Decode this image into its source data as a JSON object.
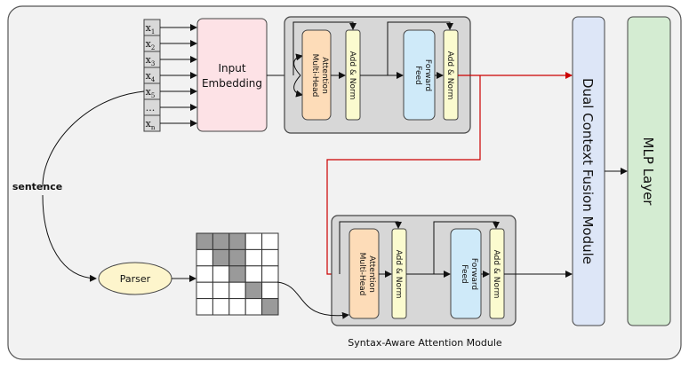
{
  "tokens": [
    {
      "base": "x",
      "sub": "1"
    },
    {
      "base": "x",
      "sub": "2"
    },
    {
      "base": "x",
      "sub": "3"
    },
    {
      "base": "x",
      "sub": "4"
    },
    {
      "base": "x",
      "sub": "5"
    },
    {
      "base": "...",
      "sub": ""
    },
    {
      "base": "x",
      "sub": "n"
    }
  ],
  "input_embedding": {
    "line1": "Input",
    "line2": "Embedding"
  },
  "encoder_top": {
    "attention_line1": "Multi-Head",
    "attention_line2": "Attention",
    "add_norm_1": "Add & Norm",
    "feed_forward_line1": "Feed",
    "feed_forward_line2": "Forward",
    "add_norm_2": "Add & Norm"
  },
  "encoder_bottom": {
    "attention_line1": "Multi-Head",
    "attention_line2": "Attention",
    "add_norm_1": "Add & Norm",
    "feed_forward_line1": "Feed",
    "feed_forward_line2": "Forward",
    "add_norm_2": "Add & Norm"
  },
  "sentence_label": "sentence",
  "parser_label": "Parser",
  "module_caption": "Syntax-Aware Attention Module",
  "fusion_label": "Dual Context Fusion Module",
  "mlp_label": "MLP Layer",
  "dependency_matrix": [
    [
      1,
      1,
      1,
      0,
      0
    ],
    [
      0,
      1,
      1,
      0,
      0
    ],
    [
      0,
      0,
      1,
      0,
      0
    ],
    [
      0,
      0,
      0,
      1,
      0
    ],
    [
      0,
      0,
      0,
      0,
      1
    ]
  ],
  "colors": {
    "embedding": "#fde2e6",
    "attention": "#fddcb8",
    "add_norm": "#fbfbcf",
    "feed_forward": "#cfeaf9",
    "fusion": "#dde6f7",
    "mlp": "#d4ecd2",
    "parser": "#fdf5cc",
    "module_bg": "#d7d7d7",
    "red_path": "#cc0000",
    "matrix_on": "#9a9a9a"
  }
}
